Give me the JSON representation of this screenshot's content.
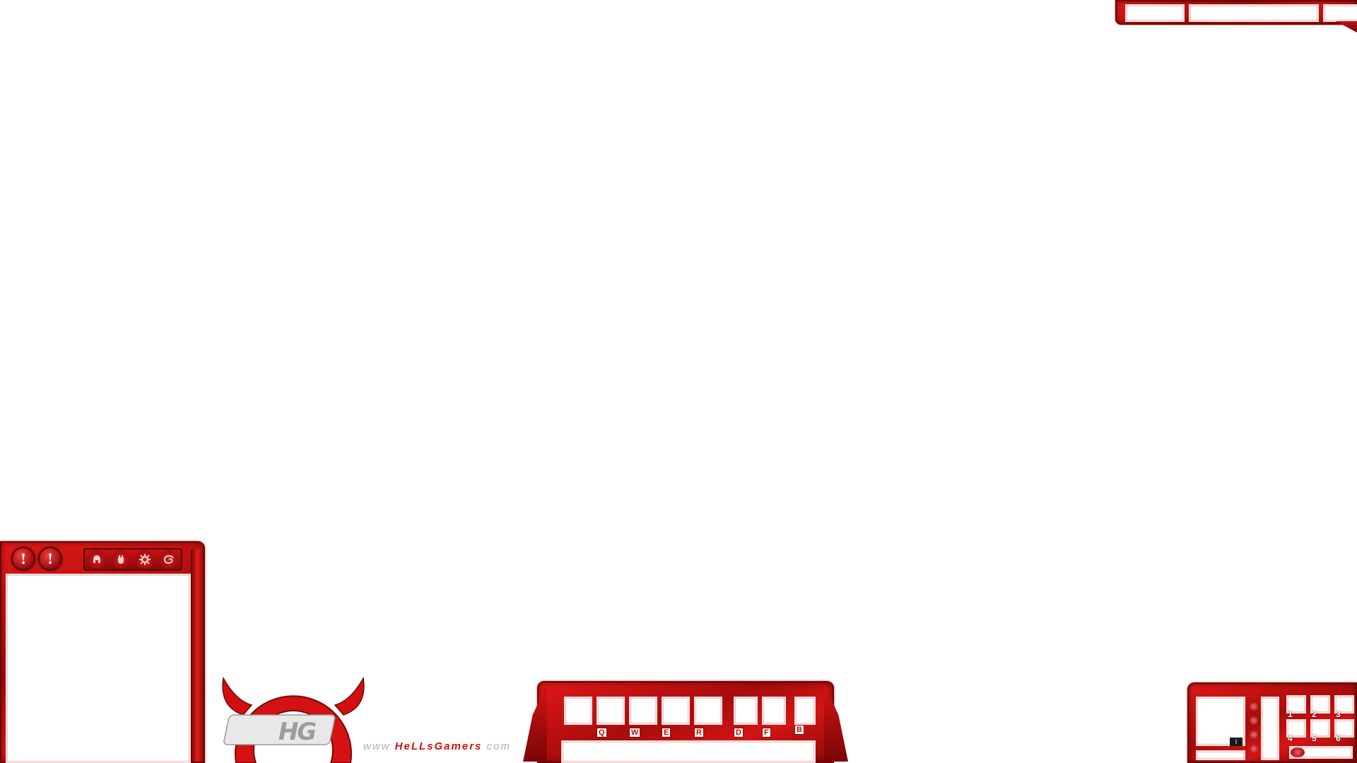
{
  "top_bar": {
    "slots": [
      "",
      "",
      ""
    ]
  },
  "left_panel": {
    "alert_buttons": [
      "!",
      "!"
    ],
    "tray_icons": [
      "helmet-icon",
      "fist-icon",
      "gear-icon",
      "swirl-icon"
    ]
  },
  "logo": {
    "monogram": "HG",
    "url_prefix": "www",
    "url_brand": "HeLLsGamers",
    "url_suffix": "com"
  },
  "ability_bar": {
    "slots": [
      {
        "key": "Q"
      },
      {
        "key": "W"
      },
      {
        "key": "E"
      },
      {
        "key": "R"
      },
      {
        "key": "D"
      },
      {
        "key": "F"
      },
      {
        "key": "B"
      }
    ]
  },
  "right_panel": {
    "minimap_marker": "I",
    "item_numbers": [
      "1",
      "2",
      "3",
      "4",
      "5",
      "6"
    ]
  },
  "colors": {
    "accent": "#c81010",
    "dark": "#6e0606",
    "slot": "#ffffff"
  }
}
